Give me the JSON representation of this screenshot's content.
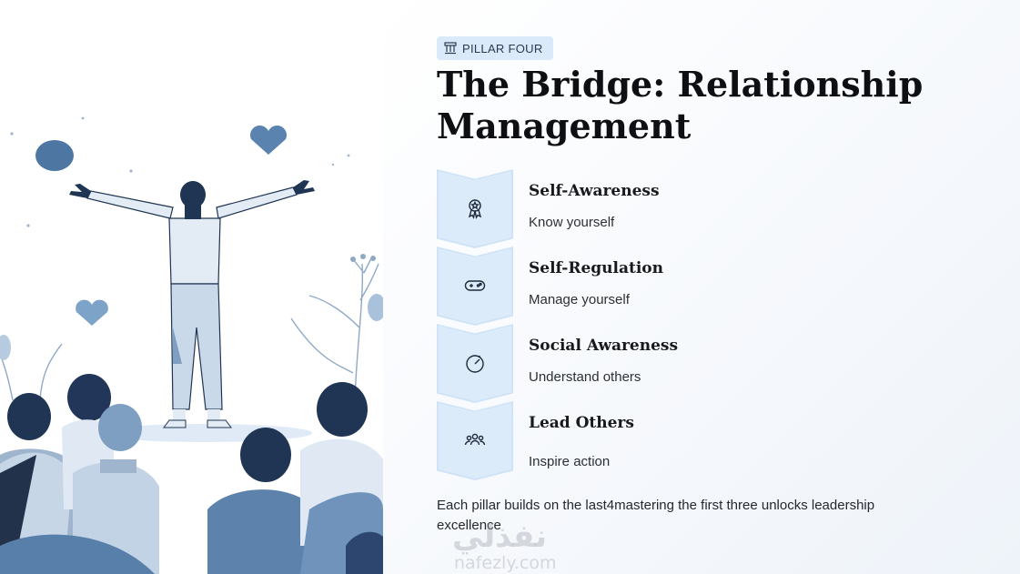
{
  "badge": {
    "icon": "structure-icon",
    "label": "PILLAR FOUR"
  },
  "title": "The Bridge: Relationship Management",
  "pillars": [
    {
      "name": "Self-Awareness",
      "desc": "Know yourself",
      "icon": "award-ribbon-icon"
    },
    {
      "name": "Self-Regulation",
      "desc": "Manage yourself",
      "icon": "gamepad-icon"
    },
    {
      "name": "Social Awareness",
      "desc": "Understand others",
      "icon": "compass-gauge-icon"
    },
    {
      "name": "Lead Others",
      "desc": "Inspire action",
      "icon": "group-people-icon"
    }
  ],
  "footer": "Each pillar builds on the last4mastering the first three unlocks leadership excellence",
  "watermark": {
    "arabic": "نفذلي",
    "latin": "nafezly.com"
  },
  "colors": {
    "accent": "#dbeafb",
    "chevron": "#dcebfa",
    "figure_light": "#dbe6f3",
    "figure_mid": "#8aaacb",
    "figure_dark": "#1f3553"
  }
}
